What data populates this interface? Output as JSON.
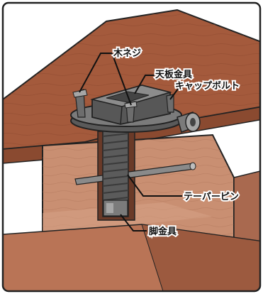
{
  "labels": {
    "wood_screw": "木ネジ",
    "top_plate_bracket": "天板金具",
    "cap_bolt": "キャップボルト",
    "taper_pin": "テーパーピン",
    "leg_bracket": "脚金具"
  },
  "colors": {
    "frame": "#222222",
    "table_top": "#a45a3c",
    "leg_wood": "#c98f72",
    "metal_dark": "#545454",
    "metal_mid": "#7b7b7b",
    "metal_light": "#a6a6a6"
  }
}
